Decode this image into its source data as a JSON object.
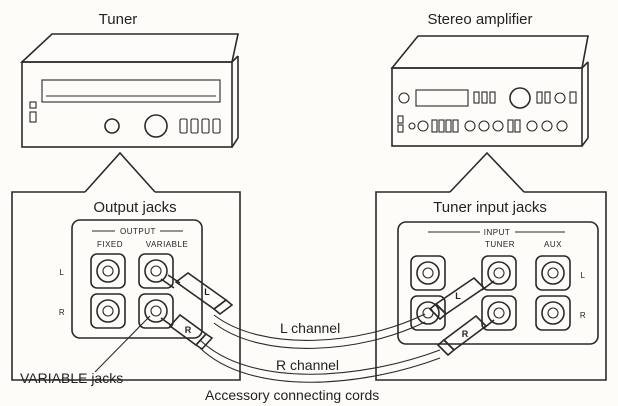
{
  "tuner": {
    "title": "Tuner",
    "panel_title": "Output jacks",
    "section_label": "OUTPUT",
    "col_fixed": "FIXED",
    "col_variable": "VARIABLE",
    "row_left": "L",
    "row_right": "R"
  },
  "amplifier": {
    "title": "Stereo amplifier",
    "panel_title": "Tuner input jacks",
    "section_label": "INPUT",
    "col_tuner": "TUNER",
    "col_aux": "AUX",
    "row_left": "L",
    "row_right": "R"
  },
  "plugs": {
    "left": "L",
    "right": "R"
  },
  "cables": {
    "left_channel": "L channel",
    "right_channel": "R channel",
    "caption": "Accessory connecting cords"
  },
  "callout": {
    "variable_jacks": "VARIABLE jacks"
  }
}
